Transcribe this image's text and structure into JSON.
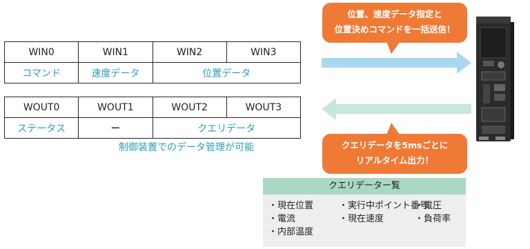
{
  "win_table": {
    "headers": [
      "WIN0",
      "WIN1",
      "WIN2",
      "WIN3"
    ],
    "row2": [
      "コマンド",
      "速度データ",
      "位置データ"
    ]
  },
  "wout_table": {
    "headers": [
      "WOUT0",
      "WOUT1",
      "WOUT2",
      "WOUT3"
    ],
    "row2": [
      "ステータス",
      "ー",
      "クエリデータ"
    ]
  },
  "caption": "制御装置でのデータ管理が可能",
  "bubble_top": {
    "line1": "位置、速度データ指定と",
    "line2": "位置決めコマンドを一括送信！"
  },
  "bubble_bottom": {
    "line1": "クエリデータを5msごとに",
    "line2": "リアルタイム出力！"
  },
  "query_list": {
    "title": "クエリデーター覧",
    "items": [
      "・現在位置",
      "・実行中ポイント番号",
      "・電圧",
      "・電流",
      "・現在速度",
      "・負荷率",
      "・内部温度"
    ]
  },
  "colors": {
    "bubble": "#ef7a35",
    "arrow_right": "#a8d8f0",
    "arrow_left": "#c6e8d8",
    "teal_text": "#2aa0b8",
    "query_header": "#a9d8c4"
  }
}
